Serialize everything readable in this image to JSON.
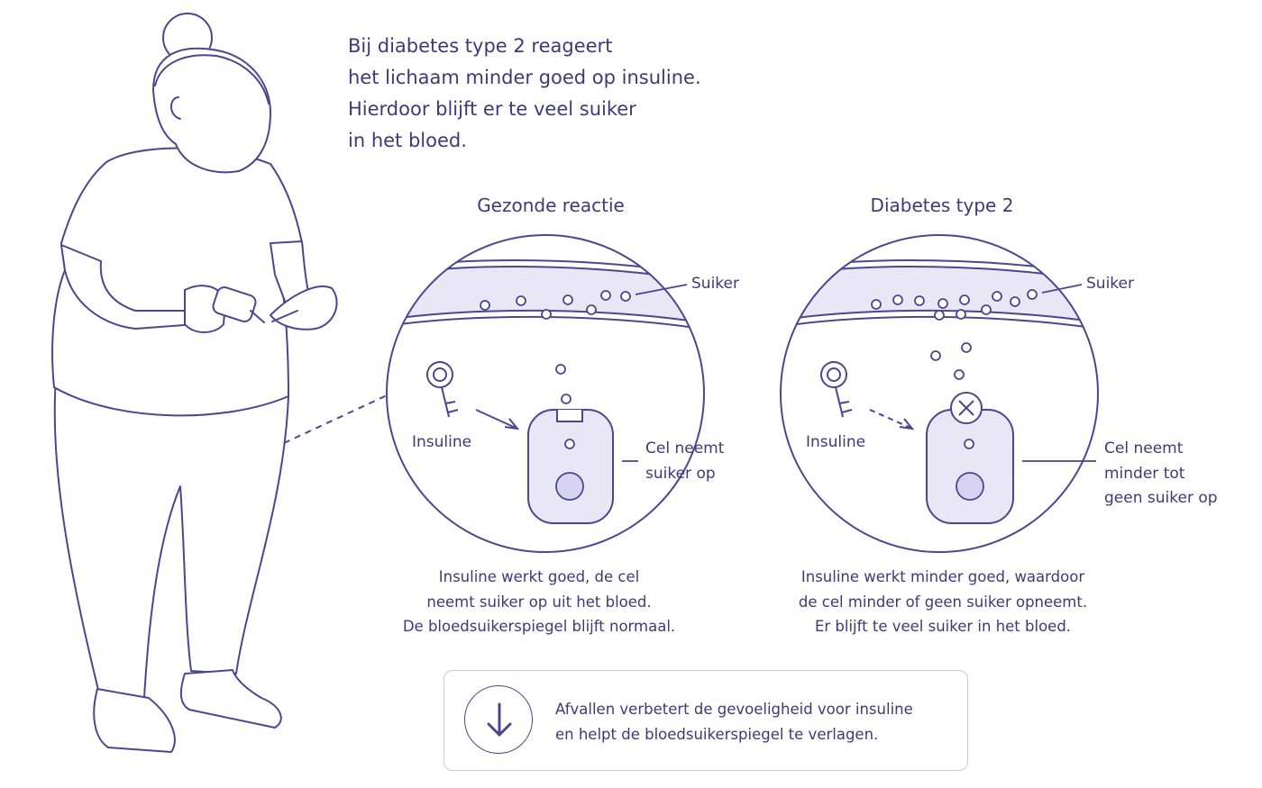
{
  "intro": {
    "lines": [
      "Bij diabetes type 2 reageert",
      "het lichaam minder goed op insuline.",
      "Hierdoor blijft er te veel suiker",
      "in het bloed."
    ]
  },
  "panels": [
    {
      "title": "Gezonde reactie",
      "sugar_label": "Suiker",
      "insulin_label": "Insuline",
      "cell_label": [
        "Cel neemt",
        "suiker op"
      ],
      "caption": [
        "Insuline werkt goed, de cel",
        "neemt suiker op uit het bloed.",
        "De bloedsuikerspiegel blijft normaal."
      ]
    },
    {
      "title": "Diabetes type 2",
      "sugar_label": "Suiker",
      "insulin_label": "Insuline",
      "cell_label": [
        "Cel neemt",
        "minder tot",
        "geen suiker op"
      ],
      "caption": [
        "Insuline werkt minder goed, waardoor",
        "de cel minder of geen suiker opneemt.",
        "Er blijft te veel suiker in het bloed."
      ]
    }
  ],
  "callout": {
    "icon": "arrow-down-icon",
    "lines": [
      "Afvallen verbetert de gevoeligheid voor insuline",
      "en helpt de bloedsuikerspiegel te verlagen."
    ]
  },
  "colors": {
    "ink": "#3d3a7a",
    "line": "#4a4790",
    "lavender": "#e9e6f6",
    "lavender_dark": "#d6d2ef"
  }
}
